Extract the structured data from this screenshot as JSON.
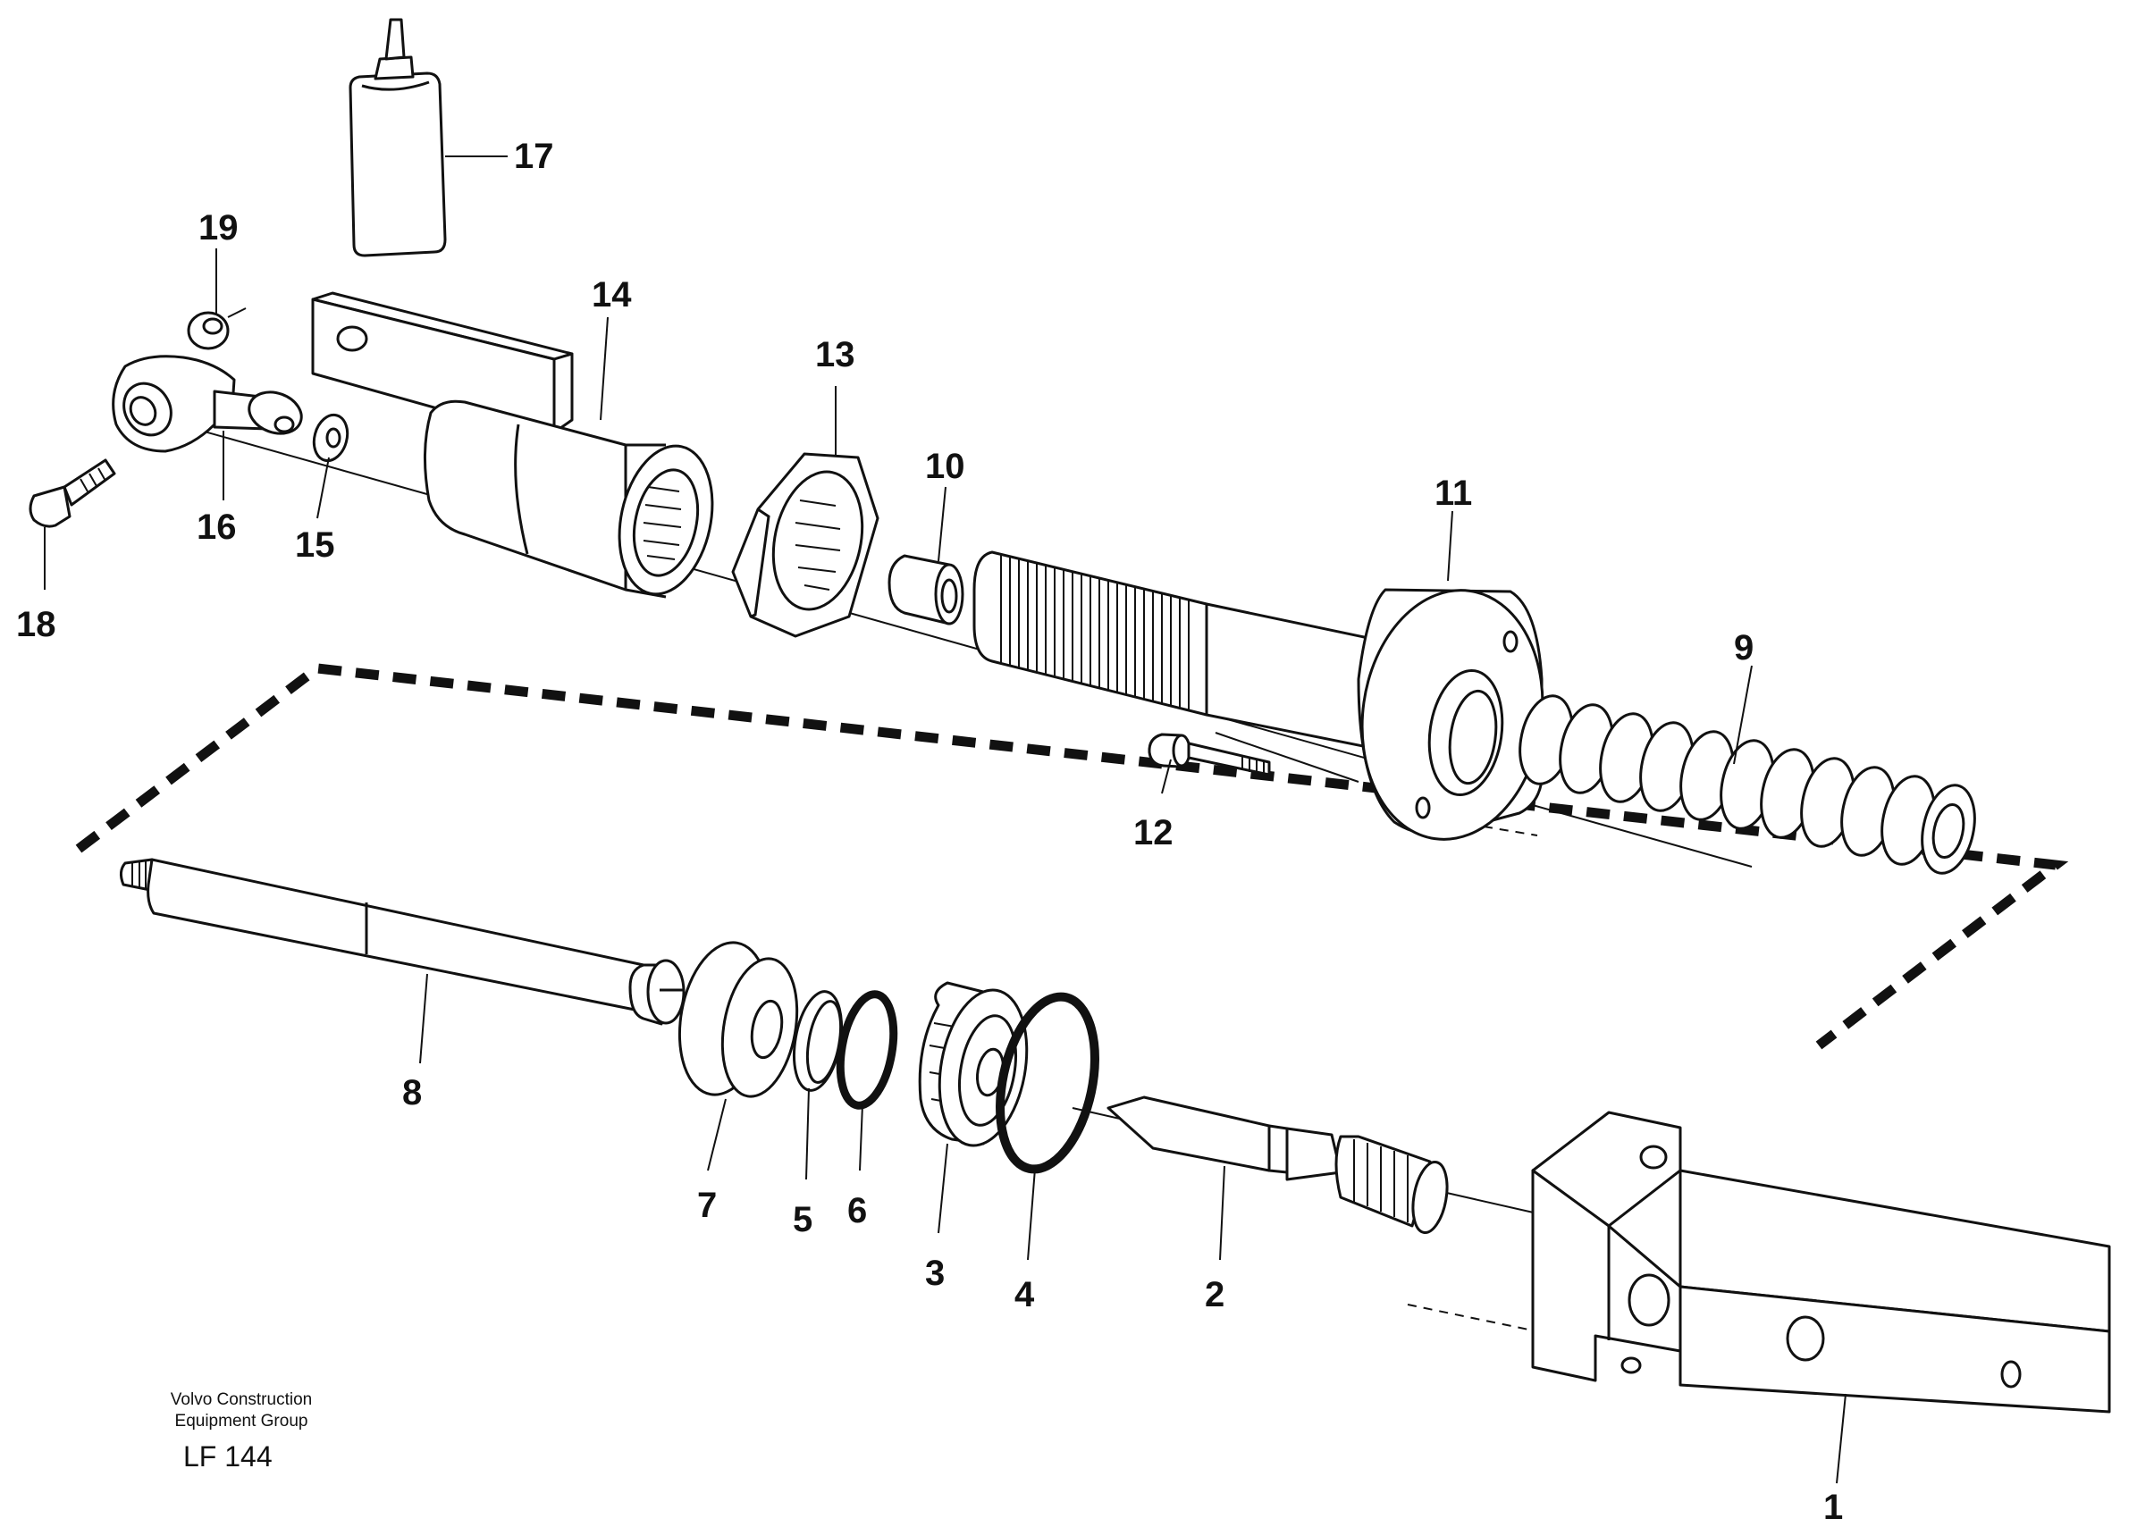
{
  "parts": [
    {
      "id": "part-1",
      "label": "1"
    },
    {
      "id": "part-2",
      "label": "2"
    },
    {
      "id": "part-3",
      "label": "3"
    },
    {
      "id": "part-4",
      "label": "4"
    },
    {
      "id": "part-5",
      "label": "5"
    },
    {
      "id": "part-6",
      "label": "6"
    },
    {
      "id": "part-7",
      "label": "7"
    },
    {
      "id": "part-8",
      "label": "8"
    },
    {
      "id": "part-9",
      "label": "9"
    },
    {
      "id": "part-10",
      "label": "10"
    },
    {
      "id": "part-11",
      "label": "11"
    },
    {
      "id": "part-12",
      "label": "12"
    },
    {
      "id": "part-13",
      "label": "13"
    },
    {
      "id": "part-14",
      "label": "14"
    },
    {
      "id": "part-15",
      "label": "15"
    },
    {
      "id": "part-16",
      "label": "16"
    },
    {
      "id": "part-17",
      "label": "17"
    },
    {
      "id": "part-18",
      "label": "18"
    },
    {
      "id": "part-19",
      "label": "19"
    }
  ],
  "credit": {
    "line1": "Volvo Construction",
    "line2": "Equipment Group",
    "code": "LF 144"
  }
}
